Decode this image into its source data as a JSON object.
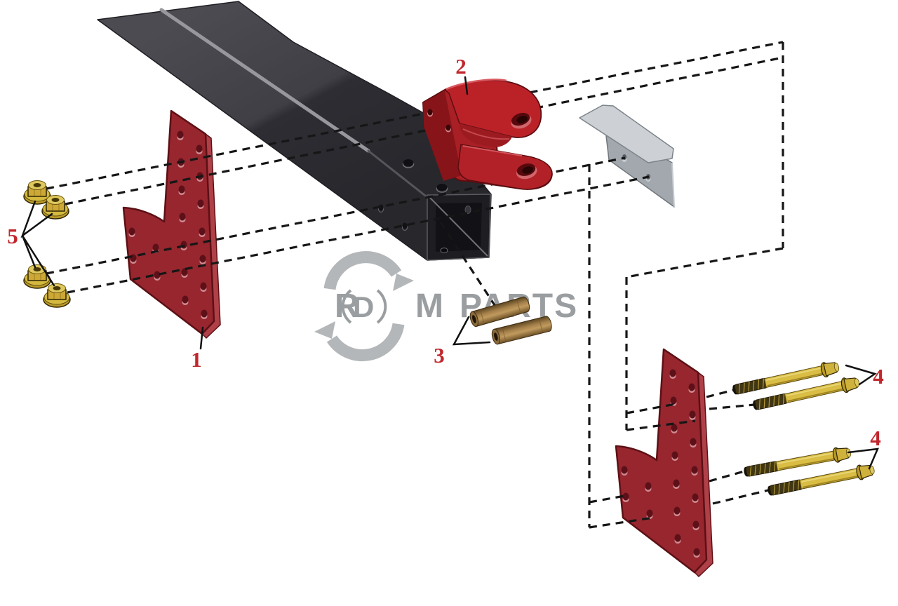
{
  "diagram": {
    "watermark": {
      "r": "R",
      "d": "D",
      "m": "M",
      "parts": "PARTS"
    },
    "part_labels": {
      "plate": "1",
      "clevis": "2",
      "bushings": "3",
      "bolts_upper": "4",
      "bolts_lower": "4",
      "nuts": "5"
    },
    "colors": {
      "label_red": "#c0272d",
      "plate_red": "#97262e",
      "clevis_red": "#bb2228",
      "beam_dark": "#3a3a40",
      "bracket_gray": "#b7bcc0",
      "bolt_gold": "#d9bd44",
      "bushing_bronze": "#a5804a",
      "watermark_gray": "#9b9ea0"
    }
  }
}
